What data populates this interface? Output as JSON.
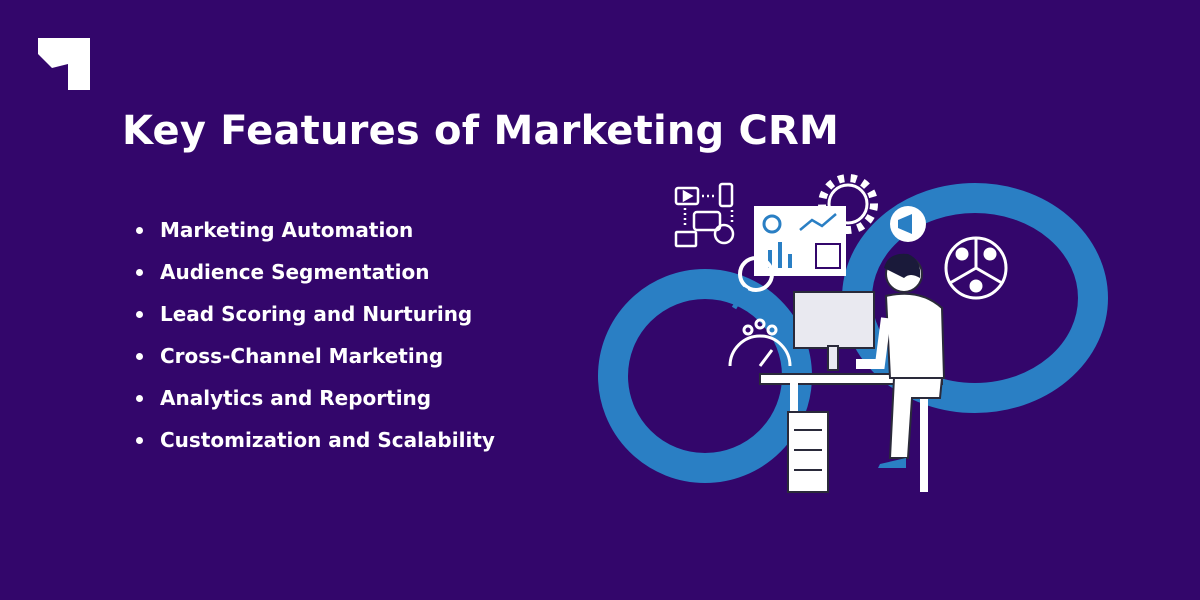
{
  "brand": {
    "logo_icon": "arrow-logo-icon"
  },
  "heading": {
    "title": "Key Features of Marketing CRM"
  },
  "features": [
    {
      "label": "Marketing Automation"
    },
    {
      "label": "Audience Segmentation"
    },
    {
      "label": "Lead Scoring and Nurturing"
    },
    {
      "label": "Cross-Channel Marketing"
    },
    {
      "label": "Analytics and Reporting"
    },
    {
      "label": "Customization and Scalability"
    }
  ],
  "illustration": {
    "subject": "person-at-computer-infinity-loop",
    "icons": [
      "channels-icon",
      "gear-icon",
      "dashboard-chart-icon",
      "magnifier-icon",
      "megaphone-icon",
      "audience-segments-icon",
      "rating-gauge-icon"
    ]
  },
  "colors": {
    "background": "#33066b",
    "accent": "#2a7fc4",
    "text": "#ffffff"
  }
}
